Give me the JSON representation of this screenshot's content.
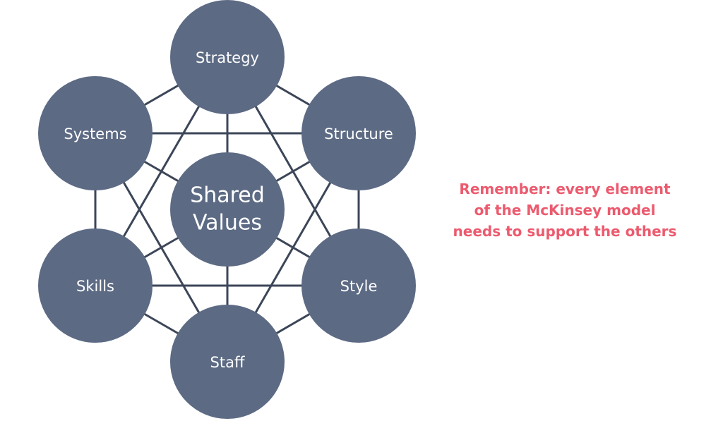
{
  "diagram": {
    "title": "",
    "colors": {
      "node_fill": "#5c6a84",
      "connector": "#3c4658",
      "label_text": "#ffffff",
      "note_text": "#ec5a6e"
    },
    "nodes": {
      "strategy": {
        "label": "Strategy"
      },
      "structure": {
        "label": "Structure"
      },
      "style": {
        "label": "Style"
      },
      "staff": {
        "label": "Staff"
      },
      "skills": {
        "label": "Skills"
      },
      "systems": {
        "label": "Systems"
      },
      "shared_values": {
        "line1": "Shared",
        "line2": "Values"
      }
    },
    "connections": [
      [
        "strategy",
        "structure"
      ],
      [
        "structure",
        "style"
      ],
      [
        "style",
        "staff"
      ],
      [
        "staff",
        "skills"
      ],
      [
        "skills",
        "systems"
      ],
      [
        "systems",
        "strategy"
      ],
      [
        "strategy",
        "style"
      ],
      [
        "strategy",
        "skills"
      ],
      [
        "structure",
        "staff"
      ],
      [
        "structure",
        "systems"
      ],
      [
        "style",
        "skills"
      ],
      [
        "staff",
        "systems"
      ],
      [
        "shared_values",
        "strategy"
      ],
      [
        "shared_values",
        "structure"
      ],
      [
        "shared_values",
        "style"
      ],
      [
        "shared_values",
        "staff"
      ],
      [
        "shared_values",
        "skills"
      ],
      [
        "shared_values",
        "systems"
      ]
    ]
  },
  "note": {
    "line1": "Remember: every element",
    "line2": "of the McKinsey model",
    "line3": "needs to support the others"
  }
}
